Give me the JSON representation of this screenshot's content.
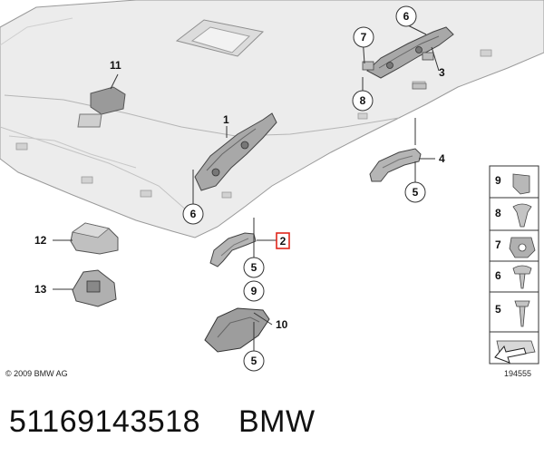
{
  "callouts": {
    "c1": "1",
    "c2": "2",
    "c3": "3",
    "c4": "4",
    "c5a": "5",
    "c5b": "5",
    "c5c": "5",
    "c6a": "6",
    "c6b": "6",
    "c7": "7",
    "c8": "8",
    "c9": "9",
    "c10": "10",
    "c11": "11",
    "c12": "12",
    "c13": "13"
  },
  "legend": {
    "items": [
      {
        "label": "9"
      },
      {
        "label": "8"
      },
      {
        "label": "7"
      },
      {
        "label": "6"
      },
      {
        "label": "5"
      }
    ]
  },
  "copyright": "© 2009 BMW AG",
  "diagram_id": "194555",
  "caption": {
    "part_number": "51169143518",
    "brand": "BMW"
  },
  "colors": {
    "highlight": "#e0261b",
    "headliner": "#e9e9e9",
    "outline": "#999999"
  }
}
